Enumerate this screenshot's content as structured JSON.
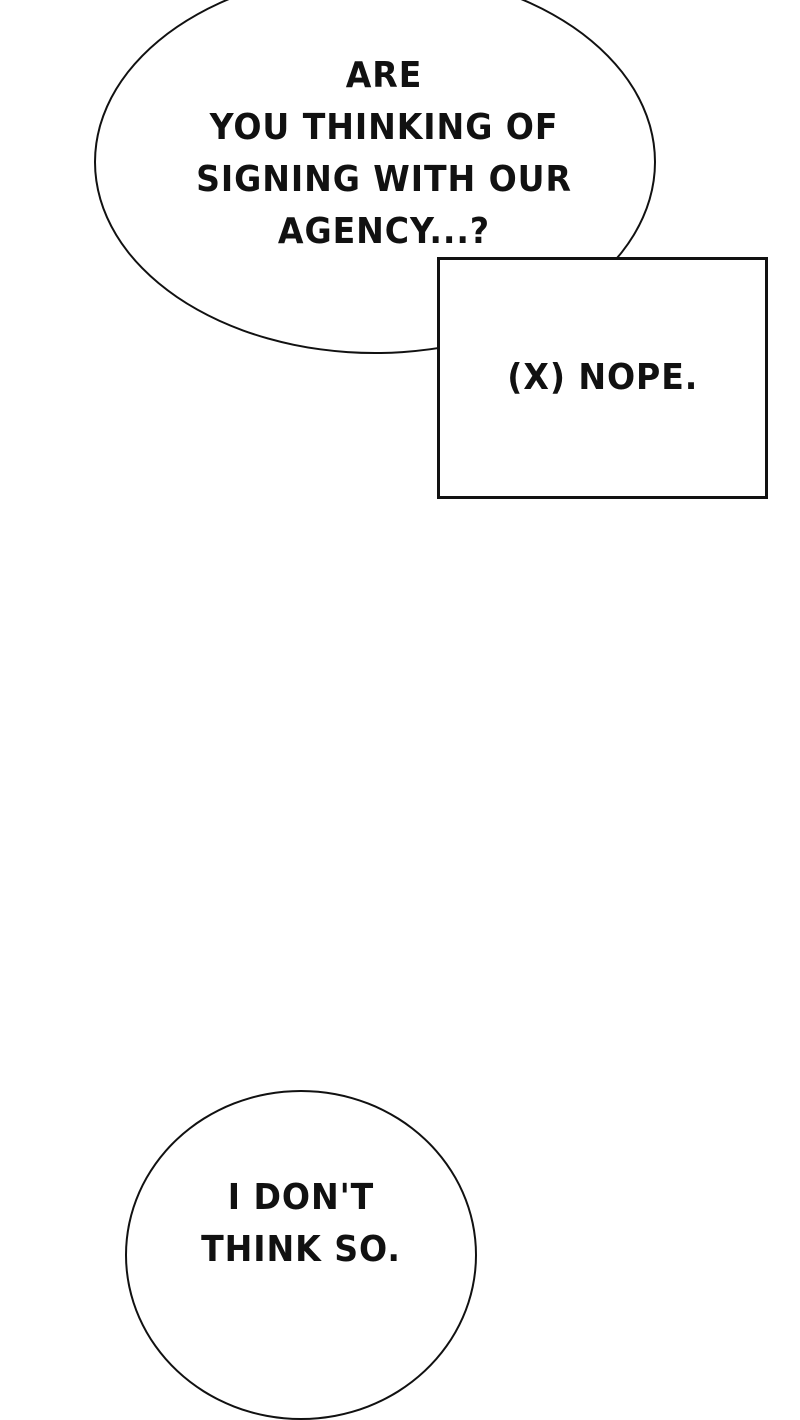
{
  "bubbles": [
    {
      "lines": [
        "ARE",
        "YOU THINKING OF",
        "SIGNING WITH OUR",
        "AGENCY...?"
      ]
    },
    {
      "lines": [
        "I DON'T",
        "THINK SO."
      ]
    }
  ],
  "caption_box": {
    "text": "(X) NOPE."
  }
}
